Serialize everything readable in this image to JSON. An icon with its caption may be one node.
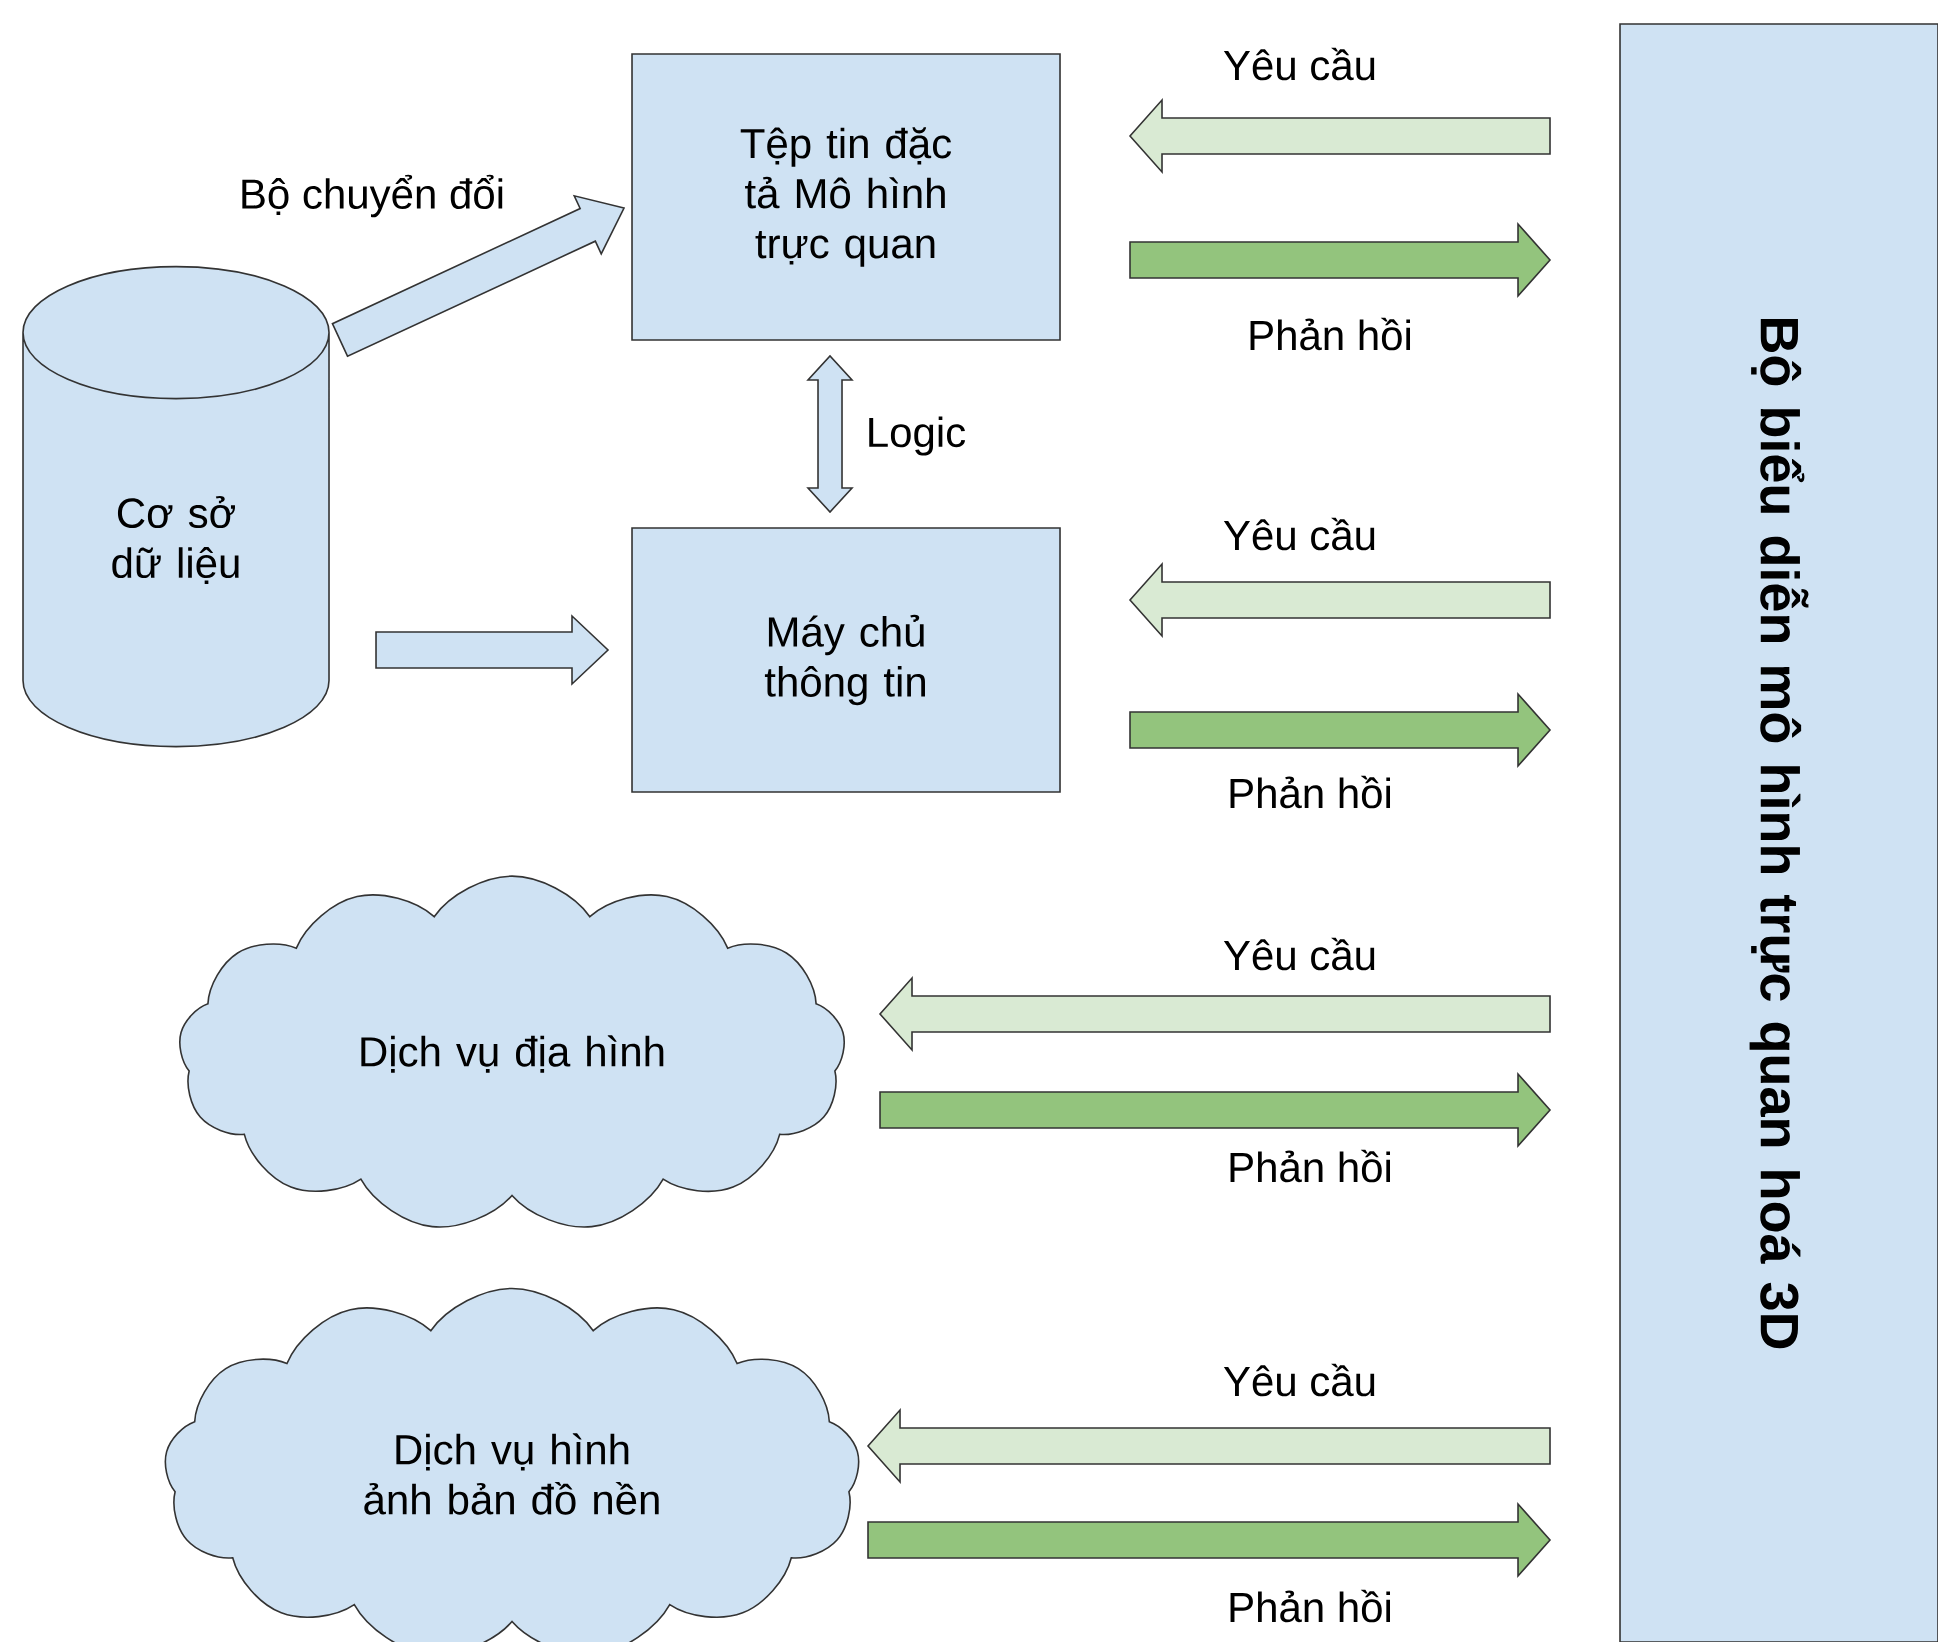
{
  "diagram": {
    "nodes": [
      {
        "text": [
          "Cơ sở dữ liệu"
        ]
      },
      {
        "text": [
          "Tệp tin đặc tả Mô hình trực quan"
        ]
      },
      {
        "text": [
          "Máy chủ thông tin"
        ]
      },
      {
        "text": [
          "Dịch vụ địa hình"
        ]
      },
      {
        "text": [
          "Dịch vụ hình ảnh bản đồ nền"
        ]
      },
      {
        "text": [
          "Bộ biểu diễn mô hình trực quan hoá 3D"
        ]
      }
    ],
    "edges": [
      {
        "from": 0,
        "to": 1,
        "arrow": "to",
        "label": "Bộ chuyển đổi",
        "color": "#cfe2f3"
      },
      {
        "from": 0,
        "to": 2,
        "arrow": "to",
        "color": "#cfe2f3"
      },
      {
        "from": 1,
        "to": 2,
        "arrow": "both",
        "label": "Logic",
        "color": "#cfe2f3"
      },
      {
        "from": 5,
        "to": 1,
        "arrow": "to",
        "label": "Yêu cầu",
        "color": "#d9ead3"
      },
      {
        "from": 1,
        "to": 5,
        "arrow": "to",
        "label": "Phản hồi",
        "color": "#93c47d"
      },
      {
        "from": 5,
        "to": 2,
        "arrow": "to",
        "label": "Yêu cầu",
        "color": "#d9ead3"
      },
      {
        "from": 2,
        "to": 5,
        "arrow": "to",
        "label": "Phản hồi",
        "color": "#93c47d"
      },
      {
        "from": 5,
        "to": 3,
        "arrow": "to",
        "label": "Yêu cầu",
        "color": "#d9ead3"
      },
      {
        "from": 3,
        "to": 5,
        "arrow": "to",
        "label": "Phản hồi",
        "color": "#93c47d"
      },
      {
        "from": 5,
        "to": 4,
        "arrow": "to",
        "label": "Yêu cầu",
        "color": "#d9ead3"
      },
      {
        "from": 4,
        "to": 5,
        "arrow": "to",
        "label": "Phản hồi",
        "color": "#93c47d"
      }
    ]
  }
}
